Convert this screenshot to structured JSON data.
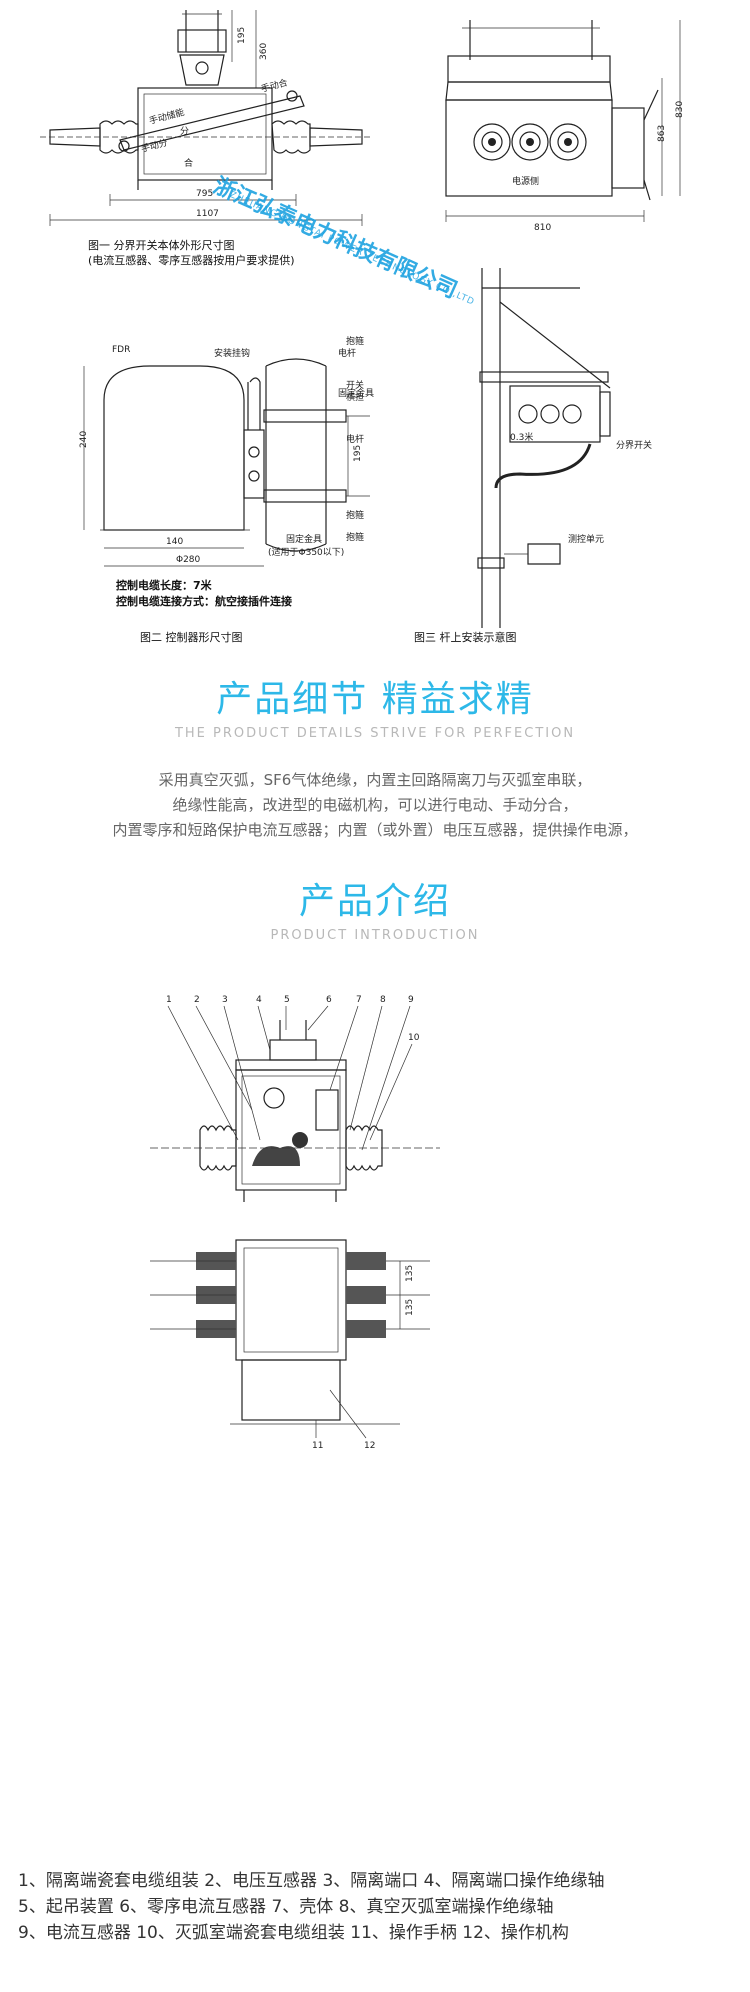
{
  "fig1": {
    "caption_line1": "图一 分界开关本体外形尺寸图",
    "caption_line2": "(电流互感器、零序互感器按用户要求提供)",
    "dims": {
      "d195": "195",
      "d360": "360",
      "d795": "795",
      "d1107": "1107",
      "d863": "863",
      "d830": "830",
      "d810": "810"
    },
    "labels": {
      "manual_close": "手动合",
      "manual_split": "手动分",
      "split": "分",
      "close": "合",
      "manual_handle": "手动储能",
      "power_side": "电源侧"
    }
  },
  "watermark": {
    "cn": "浙江弘泰电力科技有限公司",
    "en": "ZHEJIANG HONGTAI POWER TECHNOLOGY CO.,LTD"
  },
  "fig2": {
    "caption": "图二 控制器形尺寸图",
    "labels": {
      "fdr": "FDR",
      "mount": "安装挂钩",
      "pole": "电杆",
      "fix1": "固定金具",
      "fix2": "固定金具",
      "fix2b": "(适用于Φ350以下)",
      "d240": "240",
      "d195": "195",
      "d140": "140",
      "d280": "Φ280"
    },
    "note1": "控制电缆长度：7米",
    "note2": "控制电缆连接方式：航空接插件连接"
  },
  "fig3": {
    "caption": "图三 杆上安装示意图",
    "labels": {
      "hoop1": "抱箍",
      "switch_arm1": "开关",
      "switch_arm2": "横担",
      "pole": "电杆",
      "d03": "0.3米",
      "boundary": "分界开关",
      "hoop2": "抱箍",
      "hoop3": "抱箍",
      "measure": "测控单元"
    }
  },
  "details": {
    "title": "产品细节 精益求精",
    "subtitle": "THE PRODUCT DETAILS STRIVE FOR PERFECTION"
  },
  "intro_text": {
    "line1": "采用真空灭弧，SF6气体绝缘，内置主回路隔离刀与灭弧室串联，",
    "line2": "绝缘性能高，改进型的电磁机构，可以进行电动、手动分合，",
    "line3": "内置零序和短路保护电流互感器；内置（或外置）电压互感器，提供操作电源，"
  },
  "product": {
    "title": "产品介绍",
    "subtitle": "PRODUCT INTRODUCTION"
  },
  "fig4": {
    "numbers": [
      "1",
      "2",
      "3",
      "4",
      "5",
      "6",
      "7",
      "8",
      "9",
      "10",
      "11",
      "12"
    ],
    "dim_a": "135",
    "dim_b": "135"
  },
  "legend": {
    "line1": "1、隔离端瓷套电缆组装 2、电压互感器 3、隔离端口 4、隔离端口操作绝缘轴",
    "line2": "5、起吊装置 6、零序电流互感器 7、壳体 8、真空灭弧室端操作绝缘轴",
    "line3": "9、电流互感器 10、灭弧室端瓷套电缆组装 11、操作手柄 12、操作机构"
  }
}
